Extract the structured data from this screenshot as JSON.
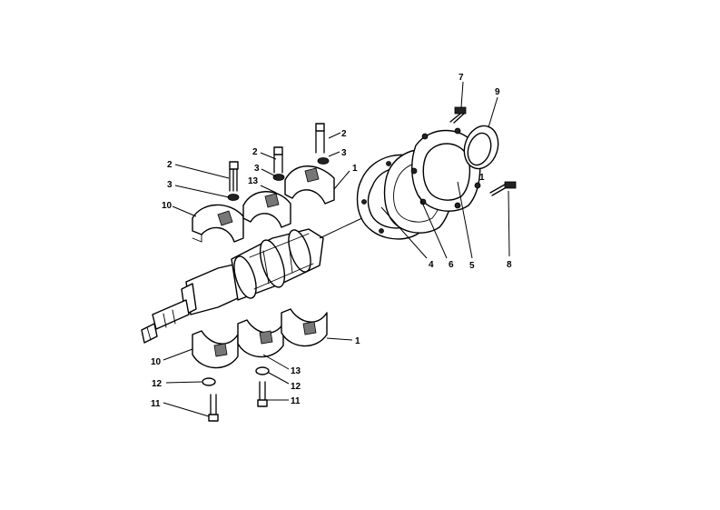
{
  "callouts": [
    {
      "id": "c-7",
      "text": "7"
    },
    {
      "id": "c-9",
      "text": "9"
    },
    {
      "id": "c-2a",
      "text": "2"
    },
    {
      "id": "c-3a",
      "text": "3"
    },
    {
      "id": "c-1a",
      "text": "1"
    },
    {
      "id": "c-2b",
      "text": "2"
    },
    {
      "id": "c-3b",
      "text": "3"
    },
    {
      "id": "c-13a",
      "text": "13"
    },
    {
      "id": "c-2c",
      "text": "2"
    },
    {
      "id": "c-3c",
      "text": "3"
    },
    {
      "id": "c-10a",
      "text": "10"
    },
    {
      "id": "c-1b",
      "text": "1"
    },
    {
      "id": "c-4",
      "text": "4"
    },
    {
      "id": "c-6",
      "text": "6"
    },
    {
      "id": "c-5",
      "text": "5"
    },
    {
      "id": "c-8",
      "text": "8"
    },
    {
      "id": "c-1c",
      "text": "1"
    },
    {
      "id": "c-10b",
      "text": "10"
    },
    {
      "id": "c-13b",
      "text": "13"
    },
    {
      "id": "c-12a",
      "text": "12"
    },
    {
      "id": "c-12b",
      "text": "12"
    },
    {
      "id": "c-11a",
      "text": "11"
    },
    {
      "id": "c-11b",
      "text": "11"
    }
  ]
}
